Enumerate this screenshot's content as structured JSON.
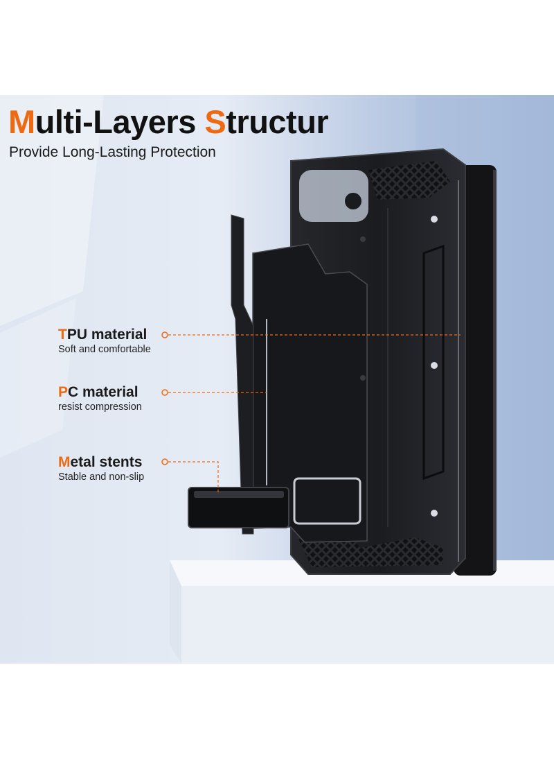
{
  "headline": {
    "word1_initial": "M",
    "word1_rest": "ulti-Layers ",
    "word2_initial": "S",
    "word2_rest": "tructur"
  },
  "subheadline": "Provide Long-Lasting Protection",
  "callouts": [
    {
      "initial": "T",
      "rest": "PU material",
      "description": "Soft and comfortable"
    },
    {
      "initial": "P",
      "rest": "C material",
      "description": "resist compression"
    },
    {
      "initial": "M",
      "rest": "etal stents",
      "description": "Stable and non-slip"
    }
  ],
  "colors": {
    "accent": "#ee6a12",
    "text": "#111111",
    "case": "#1c1d20",
    "background": "#dfe6f1"
  }
}
